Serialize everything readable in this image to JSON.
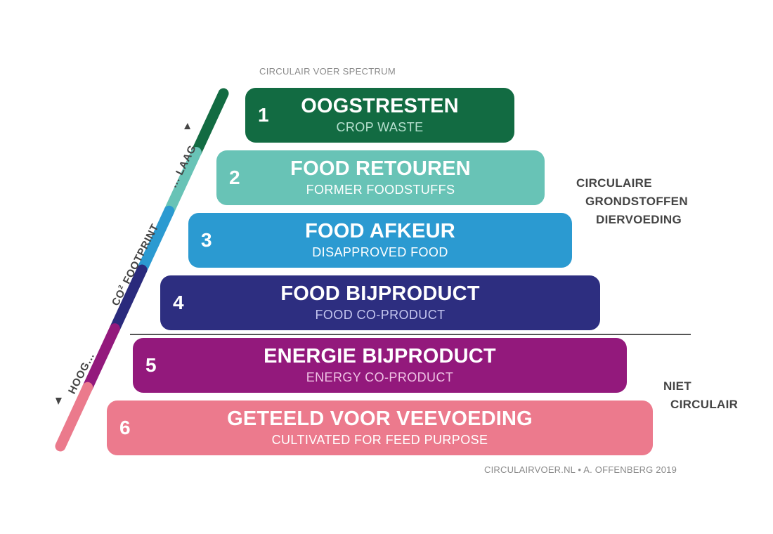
{
  "title": "CIRCULAIR VOER SPECTRUM",
  "axis": {
    "label": "CO² FOOTPRINT",
    "low": "... LAAG",
    "high": "HOOG...",
    "segment_colors": [
      "#126b42",
      "#68c3b6",
      "#2b9ad1",
      "#2a2a7c",
      "#93197c",
      "#eb7a8c"
    ]
  },
  "levels": [
    {
      "number": "1",
      "title": "OOGSTRESTEN",
      "subtitle": "CROP WASTE",
      "color": "#126b42",
      "subcolor": "#b7e0cf"
    },
    {
      "number": "2",
      "title": "FOOD RETOUREN",
      "subtitle": "FORMER FOODSTUFFS",
      "color": "#68c3b6",
      "subcolor": "#ffffff"
    },
    {
      "number": "3",
      "title": "FOOD AFKEUR",
      "subtitle": "DISAPPROVED FOOD",
      "color": "#2b9ad1",
      "subcolor": "#ffffff"
    },
    {
      "number": "4",
      "title": "FOOD BIJPRODUCT",
      "subtitle": "FOOD CO-PRODUCT",
      "color": "#2d2e80",
      "subcolor": "#c4c6ef"
    },
    {
      "number": "5",
      "title": "ENERGIE BIJPRODUCT",
      "subtitle": "ENERGY CO-PRODUCT",
      "color": "#93197c",
      "subcolor": "#efc3e4"
    },
    {
      "number": "6",
      "title": "GETEELD VOOR VEEVOEDING",
      "subtitle": "CULTIVATED FOR FEED PURPOSE",
      "color": "#ec7a8d",
      "subcolor": "#ffffff"
    }
  ],
  "circular_label": [
    "CIRCULAIRE",
    "GRONDSTOFFEN",
    "DIERVOEDING"
  ],
  "noncircular_label": [
    "NIET",
    "CIRCULAIR"
  ],
  "credit": "CIRCULAIRVOER.NL • A. OFFENBERG 2019"
}
